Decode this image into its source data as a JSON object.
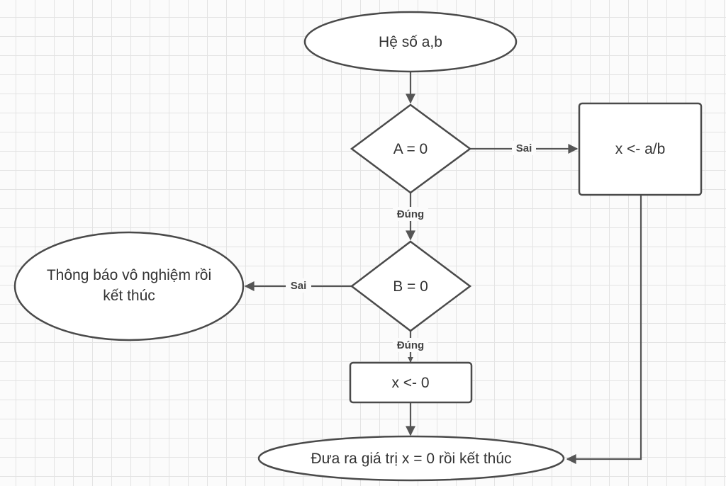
{
  "nodes": {
    "start": {
      "label": "Hệ số a,b"
    },
    "decision_a": {
      "label": "A = 0"
    },
    "assign_ab": {
      "label": "x <- a/b"
    },
    "decision_b": {
      "label": "B = 0"
    },
    "no_solution": {
      "line1": "Thông báo vô nghiệm rồi",
      "line2": "kết thúc"
    },
    "assign_zero": {
      "label": "x <- 0"
    },
    "end": {
      "label": "Đưa ra giá trị x = 0 rồi kết thúc"
    }
  },
  "edges": {
    "a_false": "Sai",
    "a_true": "Đúng",
    "b_false": "Sai",
    "b_true": "Đúng"
  }
}
